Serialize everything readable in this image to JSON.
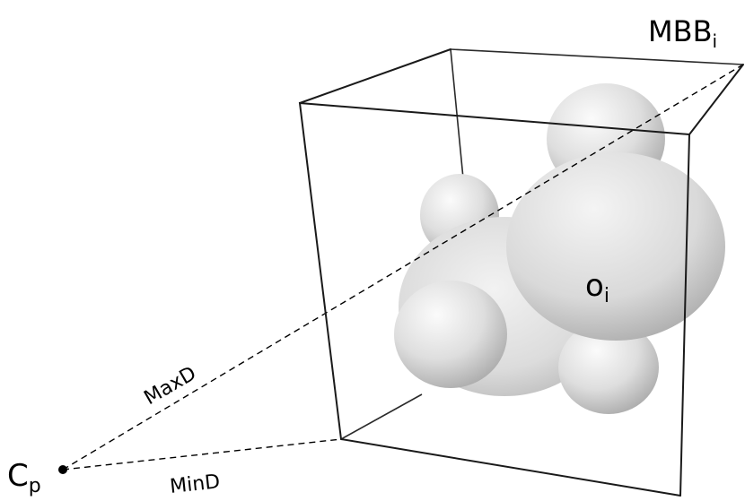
{
  "labels": {
    "cp_main": "C",
    "cp_sub": "p",
    "mbb_main": "MBB",
    "mbb_sub": "i",
    "obj_main": "o",
    "obj_sub": "i",
    "maxd": "MaxD",
    "mind": "MinD"
  },
  "colors": {
    "line": "#000000",
    "sphere_light": "#f7f7f7",
    "sphere_mid": "#d6d6d6",
    "sphere_dark": "#a9a9a9"
  }
}
